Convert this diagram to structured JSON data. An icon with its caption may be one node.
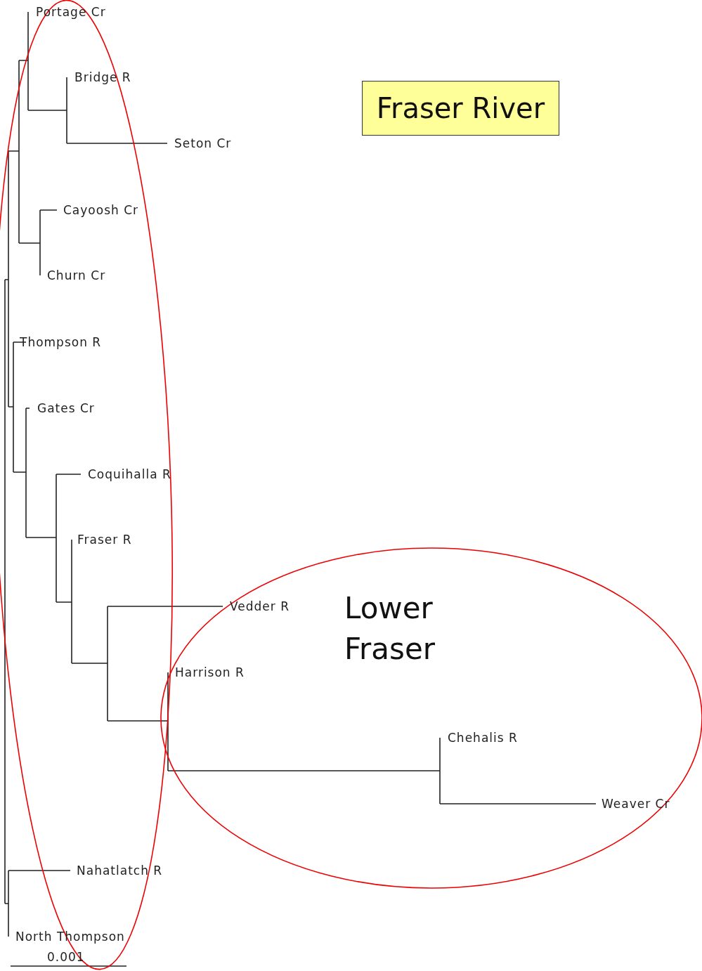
{
  "diagram": {
    "nodes": [
      {
        "text": [
          "Fraser River"
        ]
      },
      {
        "text": [
          "Lower Fraser"
        ]
      }
    ],
    "labels": [
      "Portage Cr",
      "Bridge R",
      "Seton Cr",
      "Cayoosh Cr",
      "Churn Cr",
      "Thompson R",
      "Gates Cr",
      "Coquihalla R",
      "Fraser R",
      "Vedder R",
      "Harrison R",
      "Chehalis R",
      "Weaver Cr",
      "Nahatlatch R",
      "North Thompson",
      "0.001"
    ]
  }
}
